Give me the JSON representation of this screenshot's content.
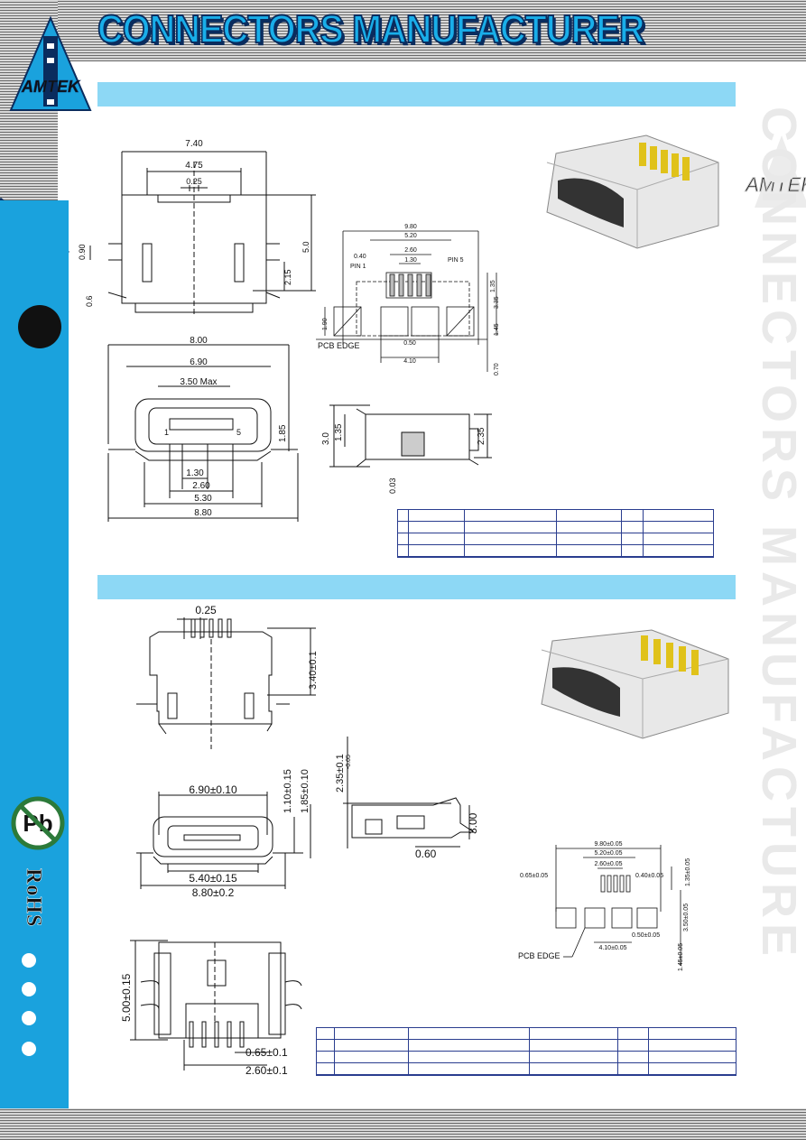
{
  "header": {
    "title": "CONNECTORS MANUFACTURER",
    "logo_text": "AMTEK"
  },
  "sidebar": {
    "rohs_label": "RoHS",
    "pb_badge_text": "Pb"
  },
  "watermark": {
    "text": "CONNECTORS MANUFACTURE",
    "logo_text": "AMTEK"
  },
  "colors": {
    "accent_blue": "#1aa2dd",
    "section_bar": "#8dd8f5",
    "title_fill": "#19aee9",
    "title_outline": "#0a2c5e",
    "badge_green": "#2c7a3a"
  },
  "section1": {
    "top_view_dims": {
      "w_total": "7.40",
      "w_inner": "4.75",
      "pitch": "0.25",
      "h_left": "0.90",
      "h_right": "2.15",
      "h_total": "5.0",
      "h_foot": "0.6"
    },
    "front_view_dims": {
      "w_outer": "8.00",
      "w_mid": "6.90",
      "w_opening": "3.50 Max",
      "h_right": "1.85",
      "pin_first": "1",
      "pin_last": "5",
      "b1": "1.30",
      "b2": "2.60",
      "b3": "5.30",
      "b4": "8.80"
    },
    "pcb_layout_dims": {
      "w_total": "9.80",
      "w_mid": "5.20",
      "w_pins": "2.60",
      "w_pitch": "1.30",
      "pad": "0.40",
      "pin1": "PIN 1",
      "pin5": "PIN 5",
      "h1": "1.35",
      "h2": "3.35",
      "h3": "1.45",
      "h_left": "1.90",
      "pcb_edge": "PCB EDGE",
      "w_bottom": "4.10",
      "h_bottom": "0.70",
      "center": "0.50"
    },
    "side_view_dims": {
      "h_total": "3.0",
      "h_mid": "1.35",
      "h_right": "2.35",
      "foot": "0.03"
    }
  },
  "section2": {
    "top_view_dims": {
      "pitch": "0.25",
      "height": "3.40±0.1"
    },
    "side_view_dims": {
      "height": "2.35±0.1",
      "tol": "-0.05",
      "h_right": "3.00",
      "foot": "0.60"
    },
    "front_view_dims": {
      "w_mid": "6.90±0.10",
      "h1": "1.10±0.15",
      "h2": "1.85±0.10",
      "b1": "5.40±0.15",
      "b2": "8.80±0.2"
    },
    "bottom_view_dims": {
      "height": "5.00±0.15",
      "b1": "0.65±0.1",
      "b2": "2.60±0.1"
    },
    "pcb_layout_dims": {
      "w_total": "9.80±0.05",
      "w_mid": "5.20±0.05",
      "w_pins": "2.60±0.05",
      "pad": "0.40±0.05",
      "left": "0.65±0.05",
      "h1": "1.35±0.05",
      "h2": "3.50±0.05",
      "h3": "1.45±0.05",
      "pcb_edge": "PCB  EDGE",
      "w_bottom": "4.10±0.05",
      "center": "0.50±0.05"
    }
  }
}
